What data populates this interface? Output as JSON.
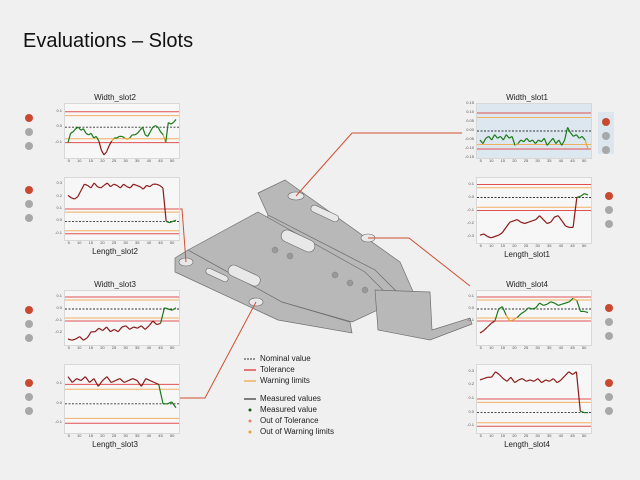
{
  "page": {
    "title": "Evaluations – Slots"
  },
  "colors": {
    "tolerance": "#e05050",
    "warning": "#f0b060",
    "nominal": "#333333",
    "measured": "#1a7a1a",
    "out_tol": "#8b1a1a",
    "out_warn": "#e8a030",
    "light_red": "#c8492f",
    "light_gray": "#a8a8a8",
    "leader": "#d05030"
  },
  "legend": {
    "items": [
      {
        "label": "Nominal value",
        "symbol": "dashed-line"
      },
      {
        "label": "Tolerance",
        "symbol": "red-line"
      },
      {
        "label": "Warning limits",
        "symbol": "orange-line"
      },
      {
        "label": "Measured values",
        "symbol": "dark-line"
      },
      {
        "label": "Measured value",
        "symbol": "green-dot"
      },
      {
        "label": "Out of Tolerance",
        "symbol": "red-dot"
      },
      {
        "label": "Out of Warning limits",
        "symbol": "orange-dot"
      }
    ]
  },
  "chart_data": [
    {
      "id": "width_slot2",
      "type": "line",
      "title": "Width_slot2",
      "xlabel": "",
      "ylabel": "",
      "xlim": [
        1,
        50
      ],
      "ylim": [
        -0.2,
        0.15
      ],
      "yticks": [
        "0.1",
        "0.0",
        "-0.1"
      ],
      "xticks": [
        "5",
        "10",
        "15",
        "20",
        "25",
        "30",
        "35",
        "40",
        "45",
        "50"
      ],
      "nominal": 0.0,
      "tolerance": [
        -0.1,
        0.1
      ],
      "warning": [
        -0.075,
        0.075
      ],
      "values": [
        -0.1,
        -0.04,
        -0.03,
        -0.01,
        0.0,
        -0.02,
        -0.01,
        -0.04,
        -0.05,
        -0.04,
        -0.07,
        -0.06,
        -0.09,
        -0.15,
        -0.18,
        -0.16,
        -0.12,
        -0.09,
        -0.07,
        -0.07,
        -0.06,
        -0.06,
        -0.07,
        -0.08,
        -0.07,
        -0.05,
        -0.05,
        -0.04,
        -0.02,
        0.0,
        -0.05,
        -0.06,
        -0.03,
        0.0,
        0.01,
        0.0,
        -0.03,
        -0.05,
        -0.1,
        0.03,
        0.02,
        0.03,
        0.05
      ]
    },
    {
      "id": "length_slot2",
      "type": "line",
      "title": "",
      "bottom_label": "Length_slot2",
      "xlim": [
        1,
        50
      ],
      "ylim": [
        -0.15,
        0.35
      ],
      "yticks": [
        "0.3",
        "0.2",
        "0.1",
        "0.0",
        "-0.1"
      ],
      "xticks": [
        "5",
        "10",
        "15",
        "20",
        "25",
        "30",
        "35",
        "40",
        "45",
        "50"
      ],
      "nominal": 0.0,
      "tolerance": [
        -0.1,
        0.1
      ],
      "warning": [
        -0.075,
        0.075
      ],
      "values": [
        0.21,
        0.19,
        0.18,
        0.2,
        0.25,
        0.3,
        0.29,
        0.27,
        0.31,
        0.28,
        0.27,
        0.29,
        0.31,
        0.28,
        0.3,
        0.29,
        0.27,
        0.3,
        0.28,
        0.27,
        0.3,
        0.29,
        0.28,
        0.26,
        0.29,
        0.28,
        0.3,
        0.3,
        0.29,
        0.27,
        0.0,
        -0.01,
        0.0,
        0.01
      ]
    },
    {
      "id": "width_slot1",
      "type": "line",
      "title": "Width_slot1",
      "highlighted": true,
      "xlim": [
        1,
        50
      ],
      "ylim": [
        -0.15,
        0.15
      ],
      "yticks": [
        "0.15",
        "0.10",
        "0.05",
        "0.00",
        "-0.05",
        "-0.10",
        "-0.15"
      ],
      "xticks": [
        "5",
        "10",
        "15",
        "20",
        "25",
        "30",
        "35",
        "40",
        "45",
        "50"
      ],
      "nominal": 0.0,
      "tolerance": [
        -0.1,
        0.1
      ],
      "warning": [
        -0.075,
        0.075
      ],
      "values": [
        -0.05,
        -0.07,
        -0.04,
        -0.03,
        -0.05,
        -0.02,
        -0.04,
        -0.03,
        -0.05,
        -0.02,
        -0.04,
        -0.03,
        -0.08,
        -0.07,
        -0.05,
        -0.06,
        -0.04,
        -0.06,
        -0.05,
        -0.07,
        -0.05,
        -0.06,
        -0.04,
        -0.08,
        -0.06,
        -0.04,
        -0.07,
        -0.05,
        -0.08,
        -0.05,
        0.02,
        -0.01,
        -0.03,
        -0.02,
        -0.04,
        -0.03,
        -0.05,
        -0.1
      ]
    },
    {
      "id": "length_slot1",
      "type": "line",
      "title": "",
      "bottom_label": "Length_slot1",
      "xlim": [
        1,
        50
      ],
      "ylim": [
        -0.35,
        0.15
      ],
      "yticks": [
        "0.1",
        "0.0",
        "-0.1",
        "-0.2",
        "-0.3"
      ],
      "xticks": [
        "5",
        "10",
        "15",
        "20",
        "25",
        "30",
        "35",
        "40",
        "45",
        "50"
      ],
      "nominal": 0.0,
      "tolerance": [
        -0.1,
        0.1
      ],
      "warning": [
        -0.075,
        0.075
      ],
      "values": [
        -0.29,
        -0.28,
        -0.3,
        -0.31,
        -0.3,
        -0.29,
        -0.27,
        -0.23,
        -0.19,
        -0.18,
        -0.17,
        -0.19,
        -0.2,
        -0.19,
        -0.18,
        -0.17,
        -0.14,
        -0.17,
        -0.2,
        -0.19,
        -0.15,
        -0.14,
        -0.18,
        -0.22,
        -0.23,
        -0.23,
        0.0,
        0.01,
        0.03,
        0.02
      ]
    },
    {
      "id": "width_slot3",
      "type": "line",
      "title": "Width_slot3",
      "xlim": [
        1,
        50
      ],
      "ylim": [
        -0.3,
        0.15
      ],
      "yticks": [
        "0.1",
        "0.0",
        "-0.1",
        "-0.2"
      ],
      "xticks": [
        "5",
        "10",
        "15",
        "20",
        "25",
        "30",
        "35",
        "40",
        "45",
        "50"
      ],
      "nominal": 0.0,
      "tolerance": [
        -0.1,
        0.1
      ],
      "warning": [
        -0.075,
        0.075
      ],
      "values": [
        -0.25,
        -0.26,
        -0.25,
        -0.23,
        -0.26,
        -0.24,
        -0.19,
        -0.19,
        -0.16,
        -0.18,
        -0.15,
        -0.19,
        -0.17,
        -0.19,
        -0.15,
        -0.14,
        -0.17,
        -0.15,
        -0.16,
        -0.14,
        -0.17,
        -0.14,
        -0.1,
        -0.13,
        -0.12,
        0.01,
        0.0,
        -0.01,
        0.01
      ]
    },
    {
      "id": "length_slot3",
      "type": "line",
      "title": "",
      "bottom_label": "Length_slot3",
      "xlim": [
        1,
        50
      ],
      "ylim": [
        -0.15,
        0.2
      ],
      "yticks": [
        "0.1",
        "0.0",
        "-0.1"
      ],
      "xticks": [
        "5",
        "10",
        "15",
        "20",
        "25",
        "30",
        "35",
        "40",
        "45",
        "50"
      ],
      "nominal": 0.0,
      "tolerance": [
        -0.1,
        0.1
      ],
      "warning": [
        -0.075,
        0.075
      ],
      "values": [
        0.14,
        0.11,
        0.13,
        0.12,
        0.14,
        0.11,
        0.13,
        0.09,
        0.12,
        0.14,
        0.11,
        0.12,
        0.13,
        0.11,
        0.12,
        0.13,
        0.12,
        0.09,
        0.13,
        0.12,
        0.11,
        0.1,
        0.0,
        0.0,
        0.01,
        -0.02
      ]
    },
    {
      "id": "width_slot4",
      "type": "line",
      "title": "Width_slot4",
      "xlim": [
        1,
        50
      ],
      "ylim": [
        -0.3,
        0.15
      ],
      "yticks": [
        "0.1",
        "0.0",
        "-0.1"
      ],
      "xticks": [
        "5",
        "10",
        "15",
        "20",
        "25",
        "30",
        "35",
        "40",
        "45",
        "50"
      ],
      "nominal": 0.0,
      "tolerance": [
        -0.1,
        0.1
      ],
      "warning": [
        -0.075,
        0.075
      ],
      "values": [
        -0.2,
        -0.18,
        -0.15,
        -0.12,
        -0.1,
        0.0,
        0.02,
        -0.05,
        -0.1,
        -0.09,
        -0.07,
        -0.04,
        -0.02,
        0.01,
        0.0,
        0.01,
        0.05,
        0.03,
        0.04,
        0.06,
        0.05,
        0.03,
        0.04,
        0.05,
        0.06,
        0.09,
        0.07,
        -0.02,
        -0.02,
        -0.03
      ]
    },
    {
      "id": "length_slot4",
      "type": "line",
      "title": "",
      "bottom_label": "Length_slot4",
      "xlim": [
        1,
        50
      ],
      "ylim": [
        -0.15,
        0.35
      ],
      "yticks": [
        "0.3",
        "0.2",
        "0.1",
        "0.0",
        "-0.1"
      ],
      "xticks": [
        "5",
        "10",
        "15",
        "20",
        "25",
        "30",
        "35",
        "40",
        "45",
        "50"
      ],
      "nominal": 0.0,
      "tolerance": [
        -0.1,
        0.1
      ],
      "warning": [
        -0.075,
        0.075
      ],
      "values": [
        0.24,
        0.25,
        0.26,
        0.26,
        0.3,
        0.28,
        0.25,
        0.23,
        0.26,
        0.22,
        0.24,
        0.25,
        0.23,
        0.24,
        0.23,
        0.25,
        0.22,
        0.24,
        0.23,
        0.25,
        0.22,
        0.24,
        0.27,
        0.3,
        0.28,
        0.3,
        0.01,
        0.0,
        0.0
      ]
    }
  ],
  "status_lights": {
    "width_slot2": [
      "red",
      "gray",
      "gray"
    ],
    "length_slot2": [
      "red",
      "gray",
      "gray"
    ],
    "width_slot1": [
      "red",
      "gray",
      "gray"
    ],
    "length_slot1": [
      "red",
      "gray",
      "gray"
    ],
    "width_slot3": [
      "red",
      "gray",
      "gray"
    ],
    "length_slot3": [
      "red",
      "gray",
      "gray"
    ],
    "width_slot4": [
      "red",
      "gray",
      "gray"
    ],
    "length_slot4": [
      "red",
      "gray",
      "gray"
    ]
  }
}
